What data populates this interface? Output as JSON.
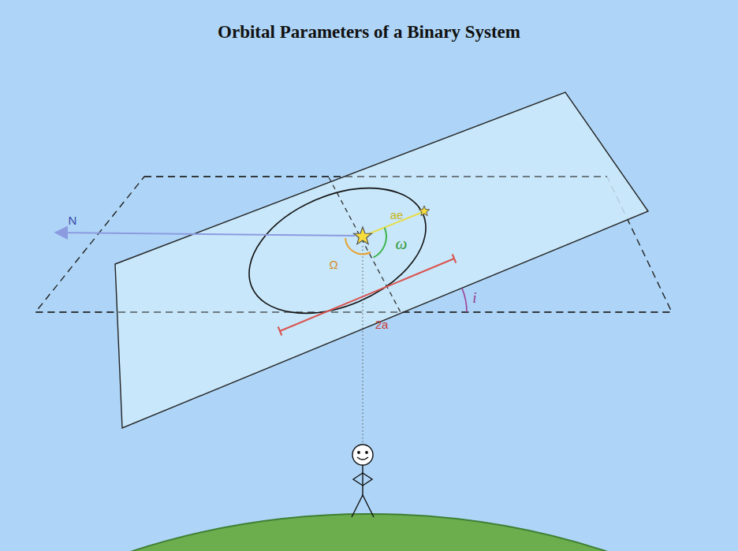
{
  "diagram": {
    "title": "Orbital Parameters of a Binary System",
    "labels": [
      "N",
      "ae",
      "ω",
      "Ω",
      "2a",
      "i"
    ]
  }
}
